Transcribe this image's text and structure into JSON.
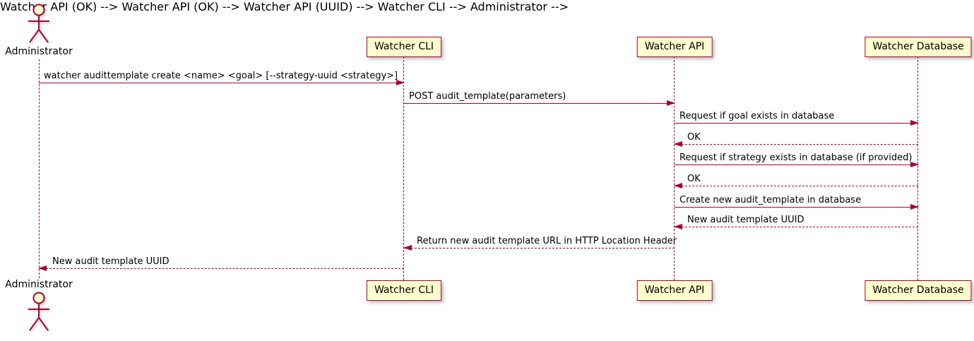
{
  "diagram_type": "uml-sequence-diagram",
  "colors": {
    "accent": "#A80036",
    "participant_fill": "#FEFECE",
    "text": "#000000",
    "background": "#FFFFFF"
  },
  "actor": {
    "name": "Administrator"
  },
  "participants": [
    {
      "name": "Watcher CLI"
    },
    {
      "name": "Watcher API"
    },
    {
      "name": "Watcher Database"
    }
  ],
  "messages": [
    {
      "from": "Administrator",
      "to": "Watcher CLI",
      "line": "solid",
      "text": "watcher audittemplate create <name> <goal> [--strategy-uuid <strategy>]"
    },
    {
      "from": "Watcher CLI",
      "to": "Watcher API",
      "line": "solid",
      "text": "POST audit_template(parameters)"
    },
    {
      "from": "Watcher API",
      "to": "Watcher Database",
      "line": "solid",
      "text": "Request if goal exists in database"
    },
    {
      "from": "Watcher Database",
      "to": "Watcher API",
      "line": "dashed",
      "text": "OK"
    },
    {
      "from": "Watcher API",
      "to": "Watcher Database",
      "line": "solid",
      "text": "Request if strategy exists in database (if provided)"
    },
    {
      "from": "Watcher Database",
      "to": "Watcher API",
      "line": "dashed",
      "text": "OK"
    },
    {
      "from": "Watcher API",
      "to": "Watcher Database",
      "line": "solid",
      "text": "Create new audit_template in database"
    },
    {
      "from": "Watcher Database",
      "to": "Watcher API",
      "line": "dashed",
      "text": "New audit template UUID"
    },
    {
      "from": "Watcher API",
      "to": "Watcher CLI",
      "line": "dashed",
      "text": "Return new audit template URL in HTTP Location Header"
    },
    {
      "from": "Watcher CLI",
      "to": "Administrator",
      "line": "dashed",
      "text": "New audit template UUID"
    }
  ]
}
